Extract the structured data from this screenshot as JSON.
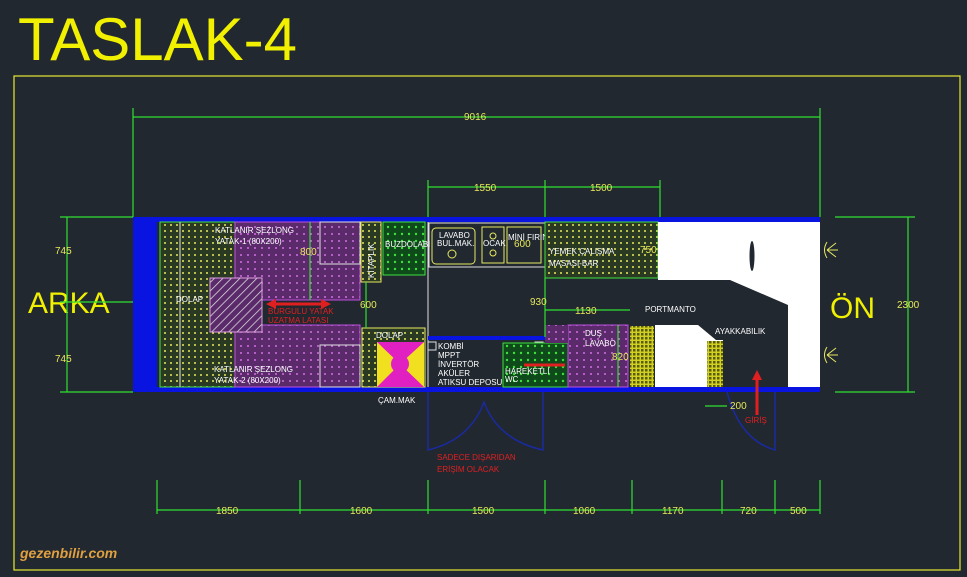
{
  "title": "TASLAK-4",
  "sides": {
    "back": "ARKA",
    "front": "ÖN"
  },
  "dimensions": {
    "overall_length": "9016",
    "top_segments": [
      "1550",
      "1500"
    ],
    "left_widths": [
      "745",
      "745"
    ],
    "overall_width": "2300",
    "bottom_segments": [
      "1850",
      "1600",
      "1500",
      "1060",
      "1170",
      "720",
      "500"
    ],
    "inner": {
      "bed_gap": "800",
      "aisle": "600",
      "fridge_depth": "600",
      "table_width": "750",
      "aisle_mid": "930",
      "bath_length": "1130",
      "bath_width": "820",
      "door_offset": "200"
    }
  },
  "labels": {
    "wardrobe": "DOLAP",
    "bed1_line1": "KATLANIR ŞEZLONG",
    "bed1_line2": "YATAK-1 (80X200)",
    "bed2_line1": "KATLANIR ŞEZLONG",
    "bed2_line2": "YATAK-2 (80X200)",
    "bed_ext_line1": "BURGULU YATAK",
    "bed_ext_line2": "UZATMA LATASI",
    "bookshelf": "KİTAPLIK",
    "fridge": "BUZDOLABI",
    "cabinet": "DOLAP",
    "washer": "ÇAM.MAK",
    "sink_line1": "LAVABO",
    "sink_line2": "BUL.MAK.",
    "stove": "OCAK",
    "oven": "MİNİ FIRIN",
    "table_line1": "YEMEK ÇALIŞMA",
    "table_line2": "MASASI-BAR",
    "utility": [
      "KOMBİ",
      "MPPT",
      "İNVERTÖR",
      "AKÜLER",
      "ATIKSU DEPOSU"
    ],
    "wc_line1": "HAREKETLİ",
    "wc_line2": "WC",
    "shower_line1": "DUŞ",
    "shower_line2": "LAVABO",
    "coat_rack": "PORTMANTO",
    "shoe_rack": "AYAKKABILIK",
    "entrance": "GİRİŞ",
    "outside_line1": "SADECE DIŞARIDAN",
    "outside_line2": "ERİŞİM OLACAK"
  },
  "watermark": "gezenbilir.com",
  "colors": {
    "background": "#212830",
    "frame": "#e8e830",
    "wall": "#0a14e0",
    "dimension": "#30e030",
    "red": "#e02020",
    "purple": "#5a2a6a"
  }
}
